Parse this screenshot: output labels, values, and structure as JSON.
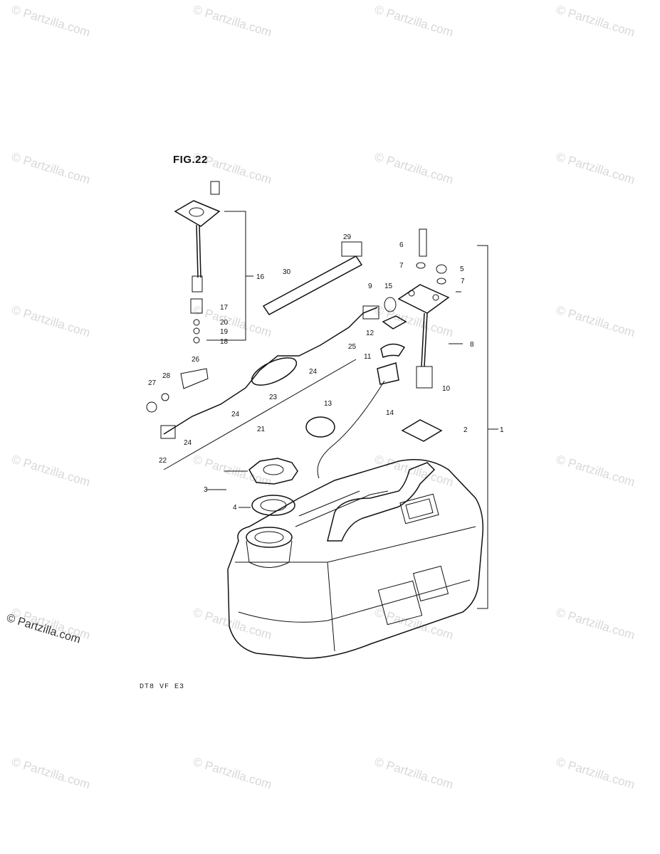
{
  "figure": {
    "title": "FIG.22",
    "model_code": "DT8 VF E3"
  },
  "watermark": {
    "text": "© Partzilla.com"
  },
  "copyright": {
    "text": "© Partzilla.com"
  },
  "callouts": [
    "1",
    "2",
    "3",
    "4",
    "5",
    "6",
    "7",
    "7",
    "8",
    "9",
    "10",
    "11",
    "12",
    "13",
    "14",
    "15",
    "16",
    "17",
    "18",
    "19",
    "20",
    "21",
    "22",
    "24",
    "24",
    "24",
    "25",
    "26",
    "27",
    "28",
    "29",
    "30",
    "23"
  ]
}
